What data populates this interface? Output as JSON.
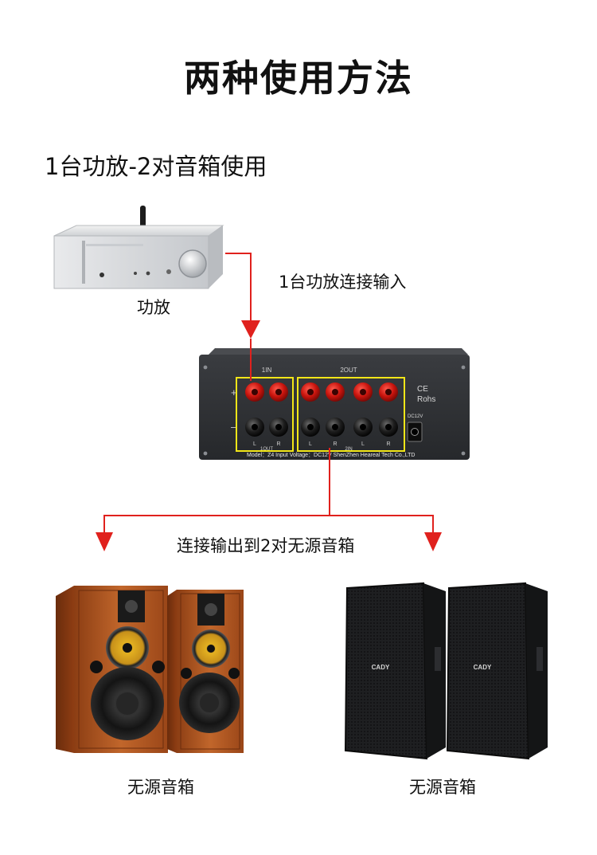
{
  "heading": "两种使用方法",
  "method": {
    "title": "1台功放-2对音箱使用"
  },
  "amplifier": {
    "label": "功放"
  },
  "switcher": {
    "input_section": "1IN",
    "output_section": "2OUT",
    "plus_sign": "+",
    "minus_sign": "–",
    "out1_label": "1OUT",
    "in2_label": "2IN",
    "channel_left": "L",
    "channel_right": "R",
    "cert_ce": "CE",
    "cert_rohs": "Rohs",
    "dc_label": "DC12V",
    "nameplate": "Model：Z4   Input Voltage：DC12V ShenZhen Heareal Tech Co.,LTD"
  },
  "connections": {
    "input_text": "1台功放连接输入",
    "output_text": "连接输出到2对无源音箱",
    "line_color": "#e0211d",
    "highlight_color": "#f2e618"
  },
  "speakers": [
    {
      "label": "无源音箱"
    },
    {
      "label": "无源音箱",
      "brand": "CADY"
    }
  ]
}
